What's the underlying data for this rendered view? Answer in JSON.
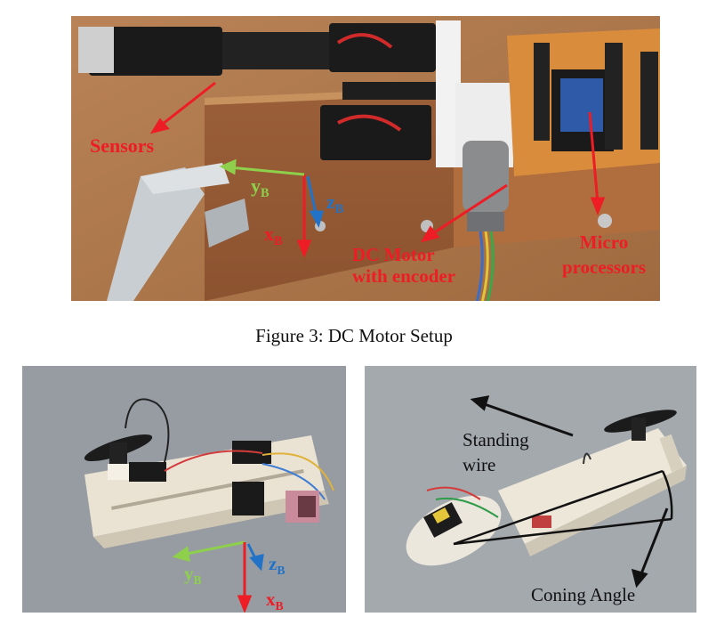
{
  "figure_caption": "Figure 3: DC Motor Setup",
  "top_labels": {
    "sensors": "Sensors",
    "y_axis": "y",
    "z_axis": "z",
    "x_axis": "x",
    "axis_subscript": "B",
    "dc_motor_line1": "DC Motor",
    "dc_motor_line2": "with encoder",
    "micro_line1": "Micro",
    "micro_line2": "processors"
  },
  "bottom_left_labels": {
    "y_axis": "y",
    "z_axis": "z",
    "x_axis": "x",
    "axis_subscript": "B"
  },
  "bottom_right_labels": {
    "standing_line1": "Standing",
    "standing_line2": "wire",
    "coning_angle": "Coning Angle"
  },
  "colors": {
    "label_red": "#ee1c24",
    "axis_green": "#8ed04c",
    "axis_blue": "#2273c8",
    "wood": "#a86a3f",
    "table_gray": "#9aa0a6"
  }
}
